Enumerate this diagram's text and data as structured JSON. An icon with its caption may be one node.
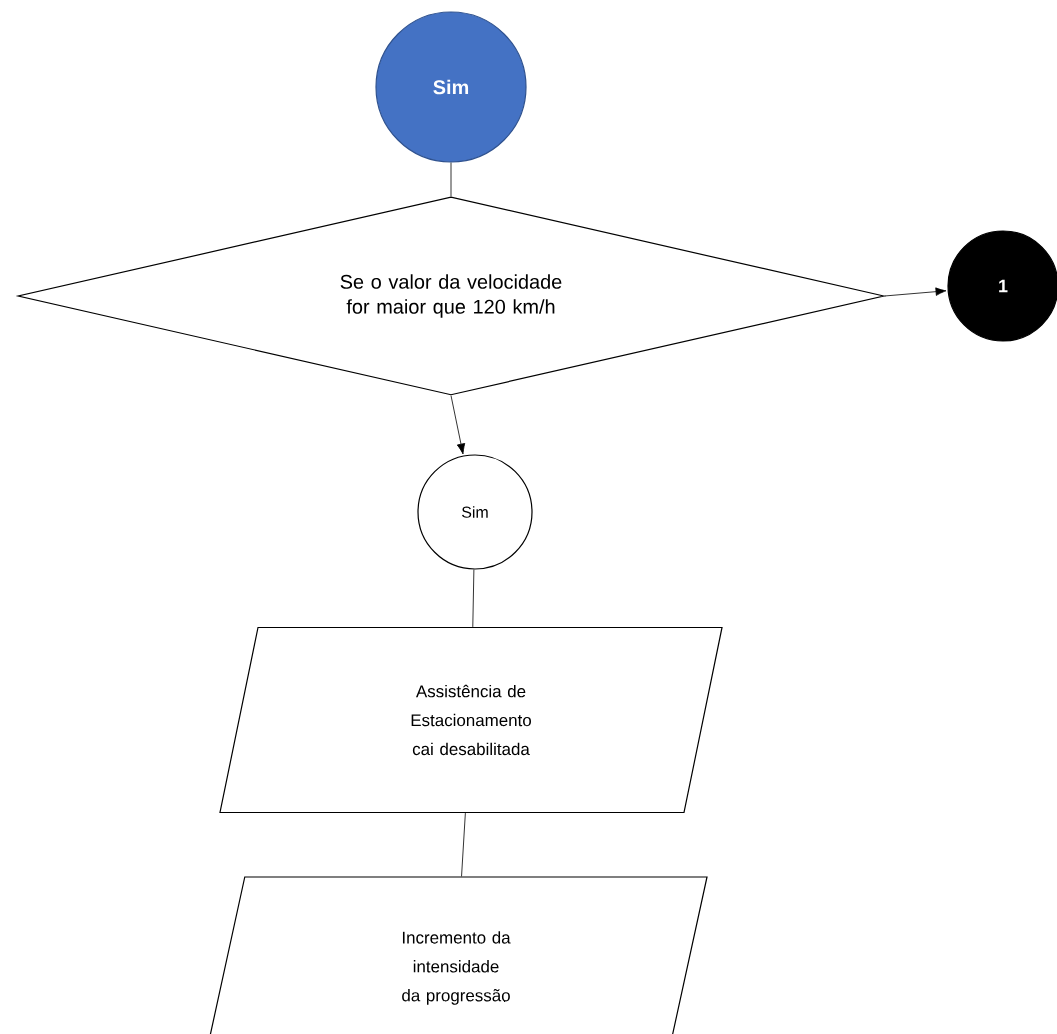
{
  "diagram": {
    "nodes": [
      {
        "text": [
          "Sim"
        ]
      },
      {
        "text": [
          "Se o valor da velocidade for maior que 120 km/h"
        ]
      },
      {
        "text": [
          "1"
        ]
      },
      {
        "text": [
          "Sim"
        ]
      },
      {
        "text": [
          "Assistência de Estacionamento cai desabilitada"
        ]
      },
      {
        "text": [
          "Incremento da intensidade da progressão"
        ]
      }
    ],
    "edges": [
      {
        "from": 0,
        "to": 1,
        "arrow": "none"
      },
      {
        "from": 1,
        "to": 2,
        "arrow": "to"
      },
      {
        "from": 1,
        "to": 3,
        "arrow": "to"
      },
      {
        "from": 3,
        "to": 4,
        "arrow": "none"
      },
      {
        "from": 4,
        "to": 5,
        "arrow": "none"
      }
    ]
  }
}
